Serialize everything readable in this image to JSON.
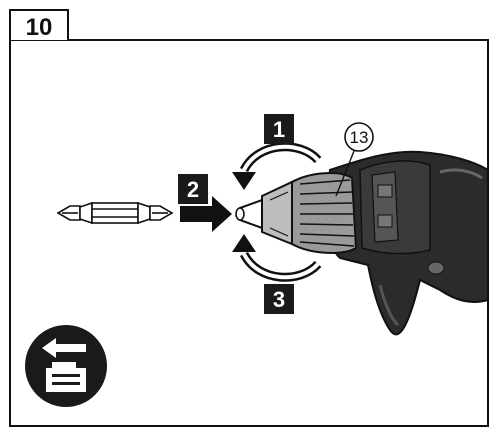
{
  "figure": {
    "number": "10",
    "reference_label": "13",
    "steps": [
      {
        "number": "1",
        "action": "rotate-counterclockwise-icon"
      },
      {
        "number": "2",
        "action": "arrow-right-icon"
      },
      {
        "number": "3",
        "action": "rotate-clockwise-icon"
      }
    ]
  },
  "colors": {
    "ink": "#111111",
    "step_badge": "#1a1a1a",
    "paper": "#ffffff",
    "tool_dark": "#2b2b2b",
    "chuck_gray": "#9a9a9a"
  },
  "icons": {
    "battery_notice": "remove-battery-icon",
    "bit": "screwdriver-bit-icon",
    "tool": "drill-driver-icon"
  }
}
